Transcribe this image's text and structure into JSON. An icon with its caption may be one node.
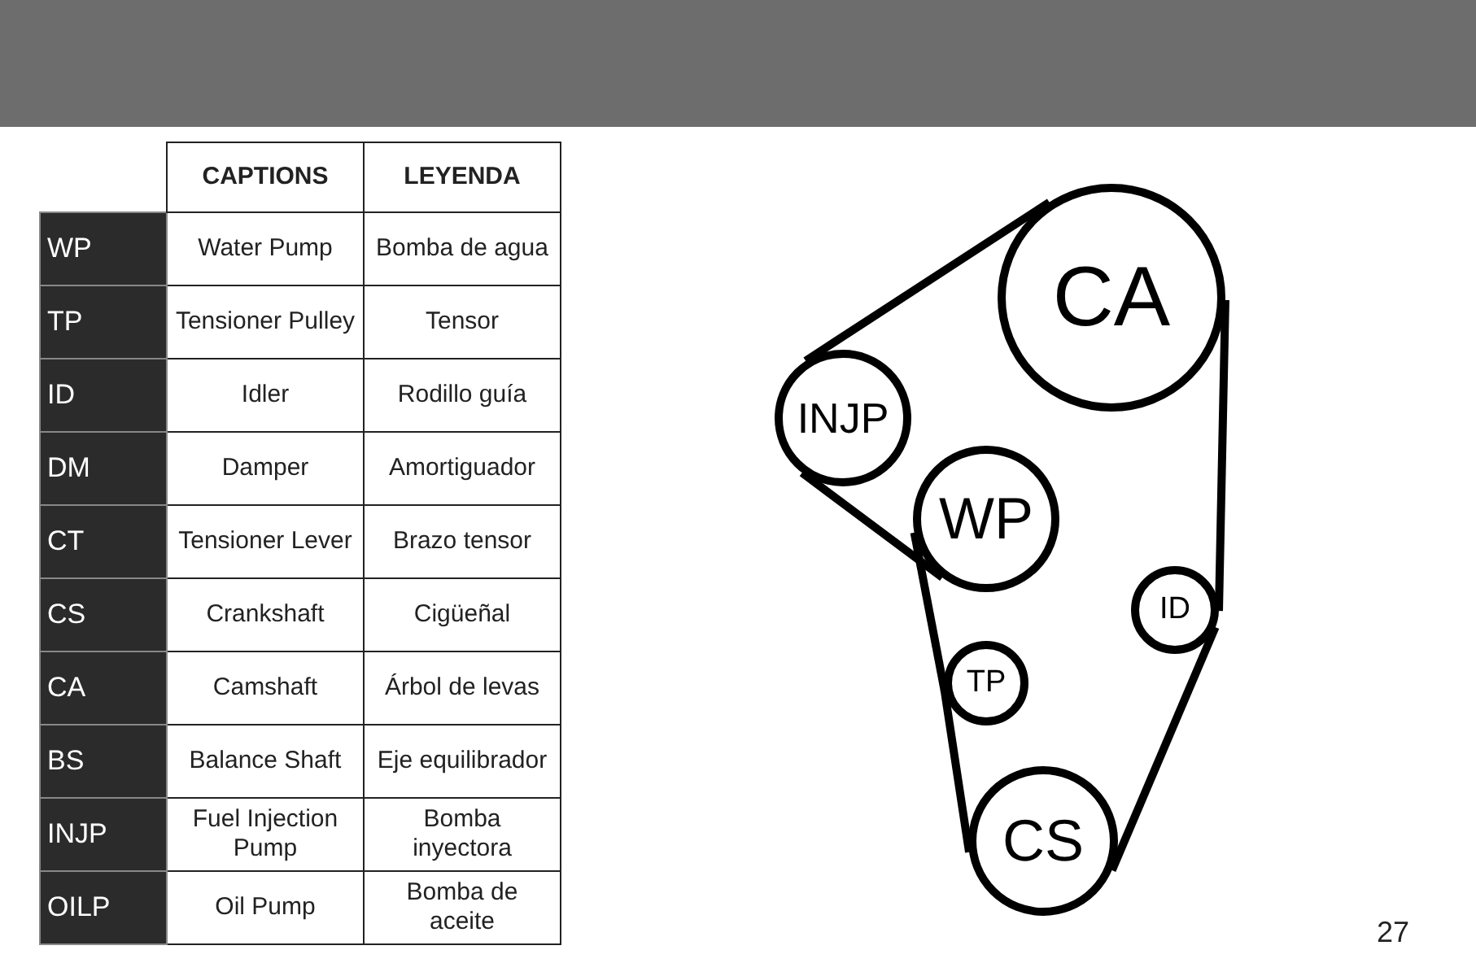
{
  "diagram": {
    "nodes": [
      {
        "text": [
          "CA"
        ]
      },
      {
        "text": [
          "INJP"
        ]
      },
      {
        "text": [
          "WP"
        ]
      },
      {
        "text": [
          "ID"
        ]
      },
      {
        "text": [
          "TP"
        ]
      },
      {
        "text": [
          "CS"
        ]
      }
    ],
    "edges": [
      {
        "from": 0,
        "to": 1,
        "arrow": "none"
      },
      {
        "from": 1,
        "to": 2,
        "arrow": "none"
      },
      {
        "from": 2,
        "to": 4,
        "arrow": "none"
      },
      {
        "from": 4,
        "to": 5,
        "arrow": "none"
      },
      {
        "from": 5,
        "to": 3,
        "arrow": "none"
      },
      {
        "from": 3,
        "to": 0,
        "arrow": "none"
      }
    ],
    "labels": [
      "CAPTIONS",
      "LEYENDA",
      "WP",
      "Water Pump",
      "Bomba de agua",
      "TP",
      "Tensioner Pulley",
      "Tensor",
      "ID",
      "Idler",
      "Rodillo guía",
      "DM",
      "Damper",
      "Amortiguador",
      "CT",
      "Tensioner Lever",
      "Brazo tensor",
      "CS",
      "Crankshaft",
      "Cigüeñal",
      "CA",
      "Camshaft",
      "Árbol de levas",
      "BS",
      "Balance Shaft",
      "Eje equilibrador",
      "INJP",
      "Fuel Injection Pump",
      "Bomba inyectora",
      "OILP",
      "Oil Pump",
      "Bomba de aceite",
      "27"
    ]
  }
}
